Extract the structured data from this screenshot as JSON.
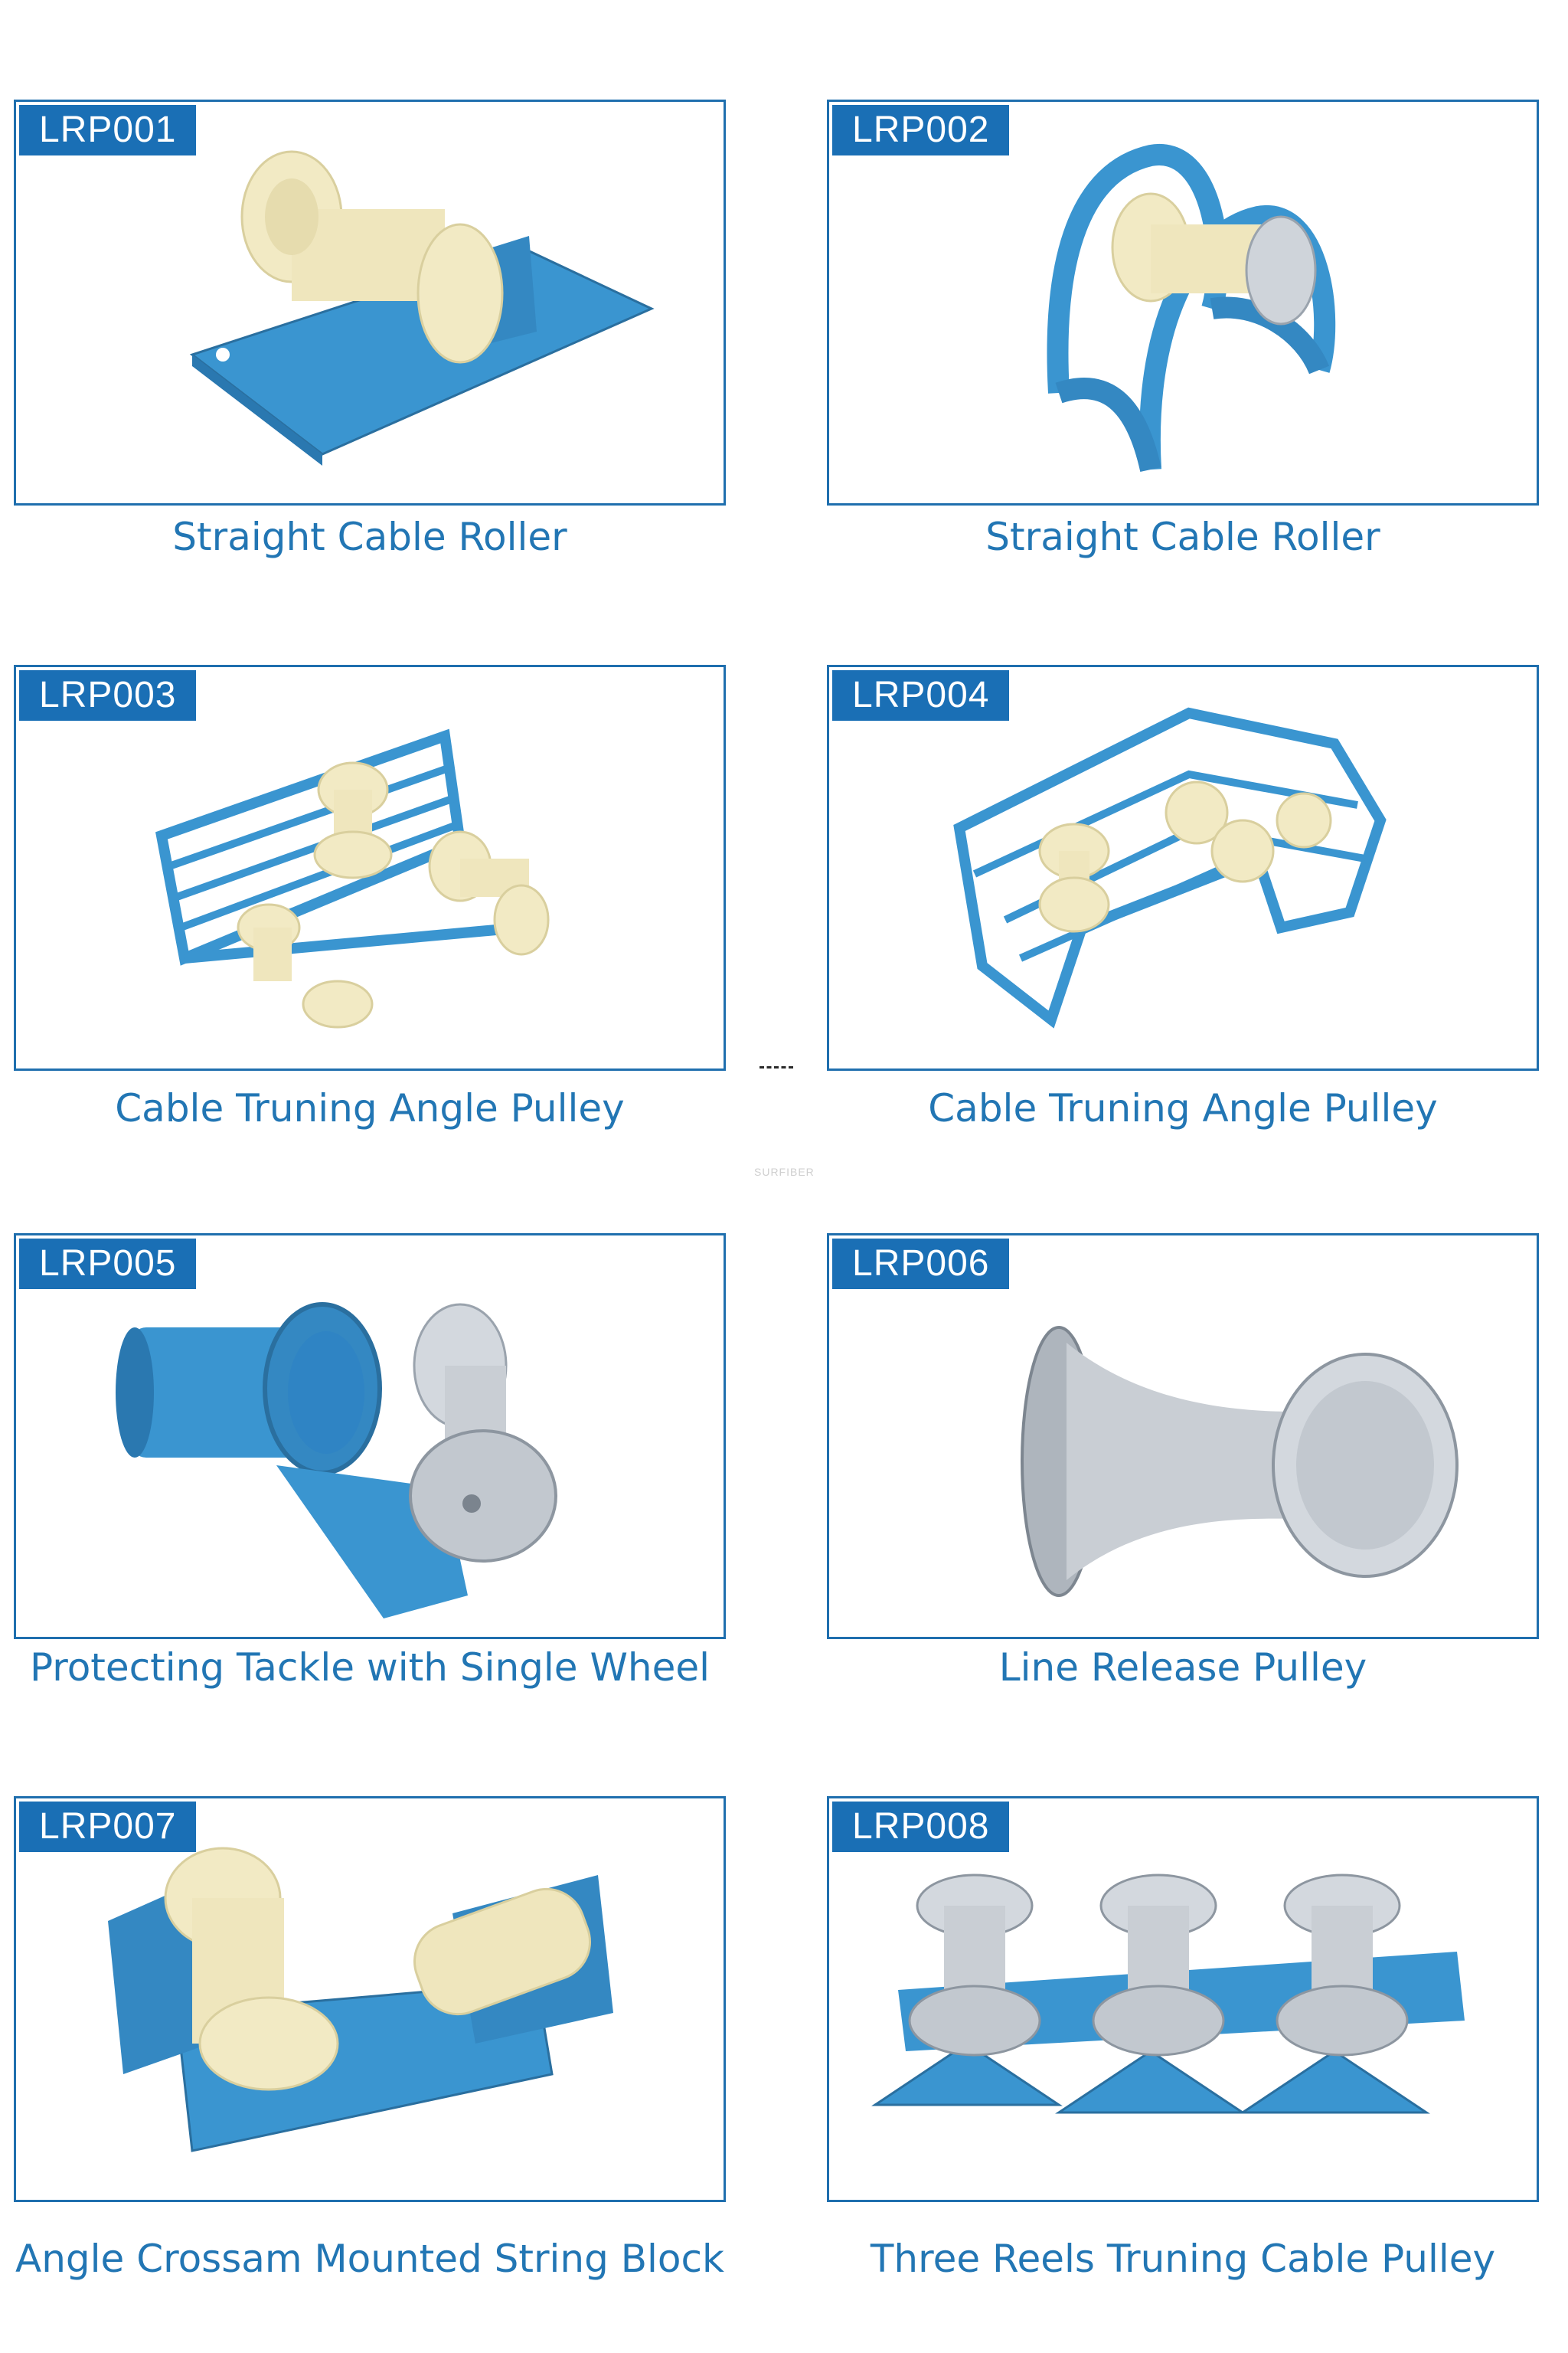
{
  "products": [
    {
      "code": "LRP001",
      "caption": "Straight Cable Roller",
      "icon": "cable-roller-on-plate"
    },
    {
      "code": "LRP002",
      "caption": "Straight Cable Roller",
      "icon": "cable-roller-in-hoop-frame"
    },
    {
      "code": "LRP003",
      "caption": "Cable Truning Angle Pulley",
      "icon": "angle-pulley-three-rollers"
    },
    {
      "code": "LRP004",
      "caption": "Cable Truning Angle Pulley",
      "icon": "angle-pulley-cage-frame"
    },
    {
      "code": "LRP005",
      "caption": "Protecting Tackle with Single Wheel",
      "icon": "protecting-tackle-single-wheel"
    },
    {
      "code": "LRP006",
      "caption": "Line Release Pulley",
      "icon": "aluminum-spool-pulley"
    },
    {
      "code": "LRP007",
      "caption": "Angle Crossam Mounted String Block",
      "icon": "angle-crossarm-string-block"
    },
    {
      "code": "LRP008",
      "caption": "Three Reels Truning Cable Pulley",
      "icon": "three-reel-pulley"
    }
  ],
  "watermark": "SURFIBER",
  "colors": {
    "frame_blue": "#1f6fae",
    "tag_blue": "#1a6fb5",
    "caption_blue": "#2276b4",
    "steel_blue": "#3a95d0",
    "nylon_cream": "#f2eac4",
    "aluminum": "#c9ced4"
  }
}
